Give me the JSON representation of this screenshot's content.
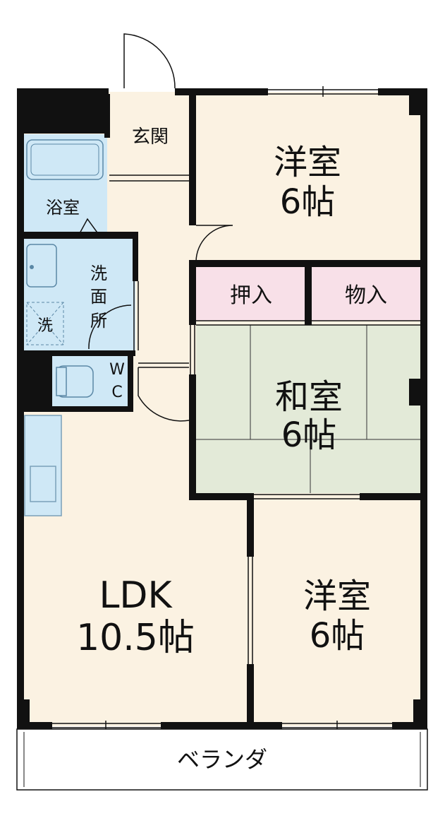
{
  "colors": {
    "room_floor": "#fbf2e2",
    "wet_area": "#cfe8f6",
    "closet": "#f8e0e8",
    "tatami": "#e3ead8",
    "wall": "#111111",
    "veranda": "#ffffff"
  },
  "labels": {
    "entrance": "玄関",
    "bath": "浴室",
    "washroom": [
      "洗",
      "面",
      "所"
    ],
    "washer": "洗",
    "wc": [
      "W",
      "C"
    ],
    "western_top": {
      "name": "洋室",
      "size": "6帖"
    },
    "oshiire": "押入",
    "storage": "物入",
    "japanese": {
      "name": "和室",
      "size": "6帖"
    },
    "ldk": {
      "name": "LDK",
      "size": "10.5帖"
    },
    "western_bottom": {
      "name": "洋室",
      "size": "6帖"
    },
    "veranda": "ベランダ"
  }
}
